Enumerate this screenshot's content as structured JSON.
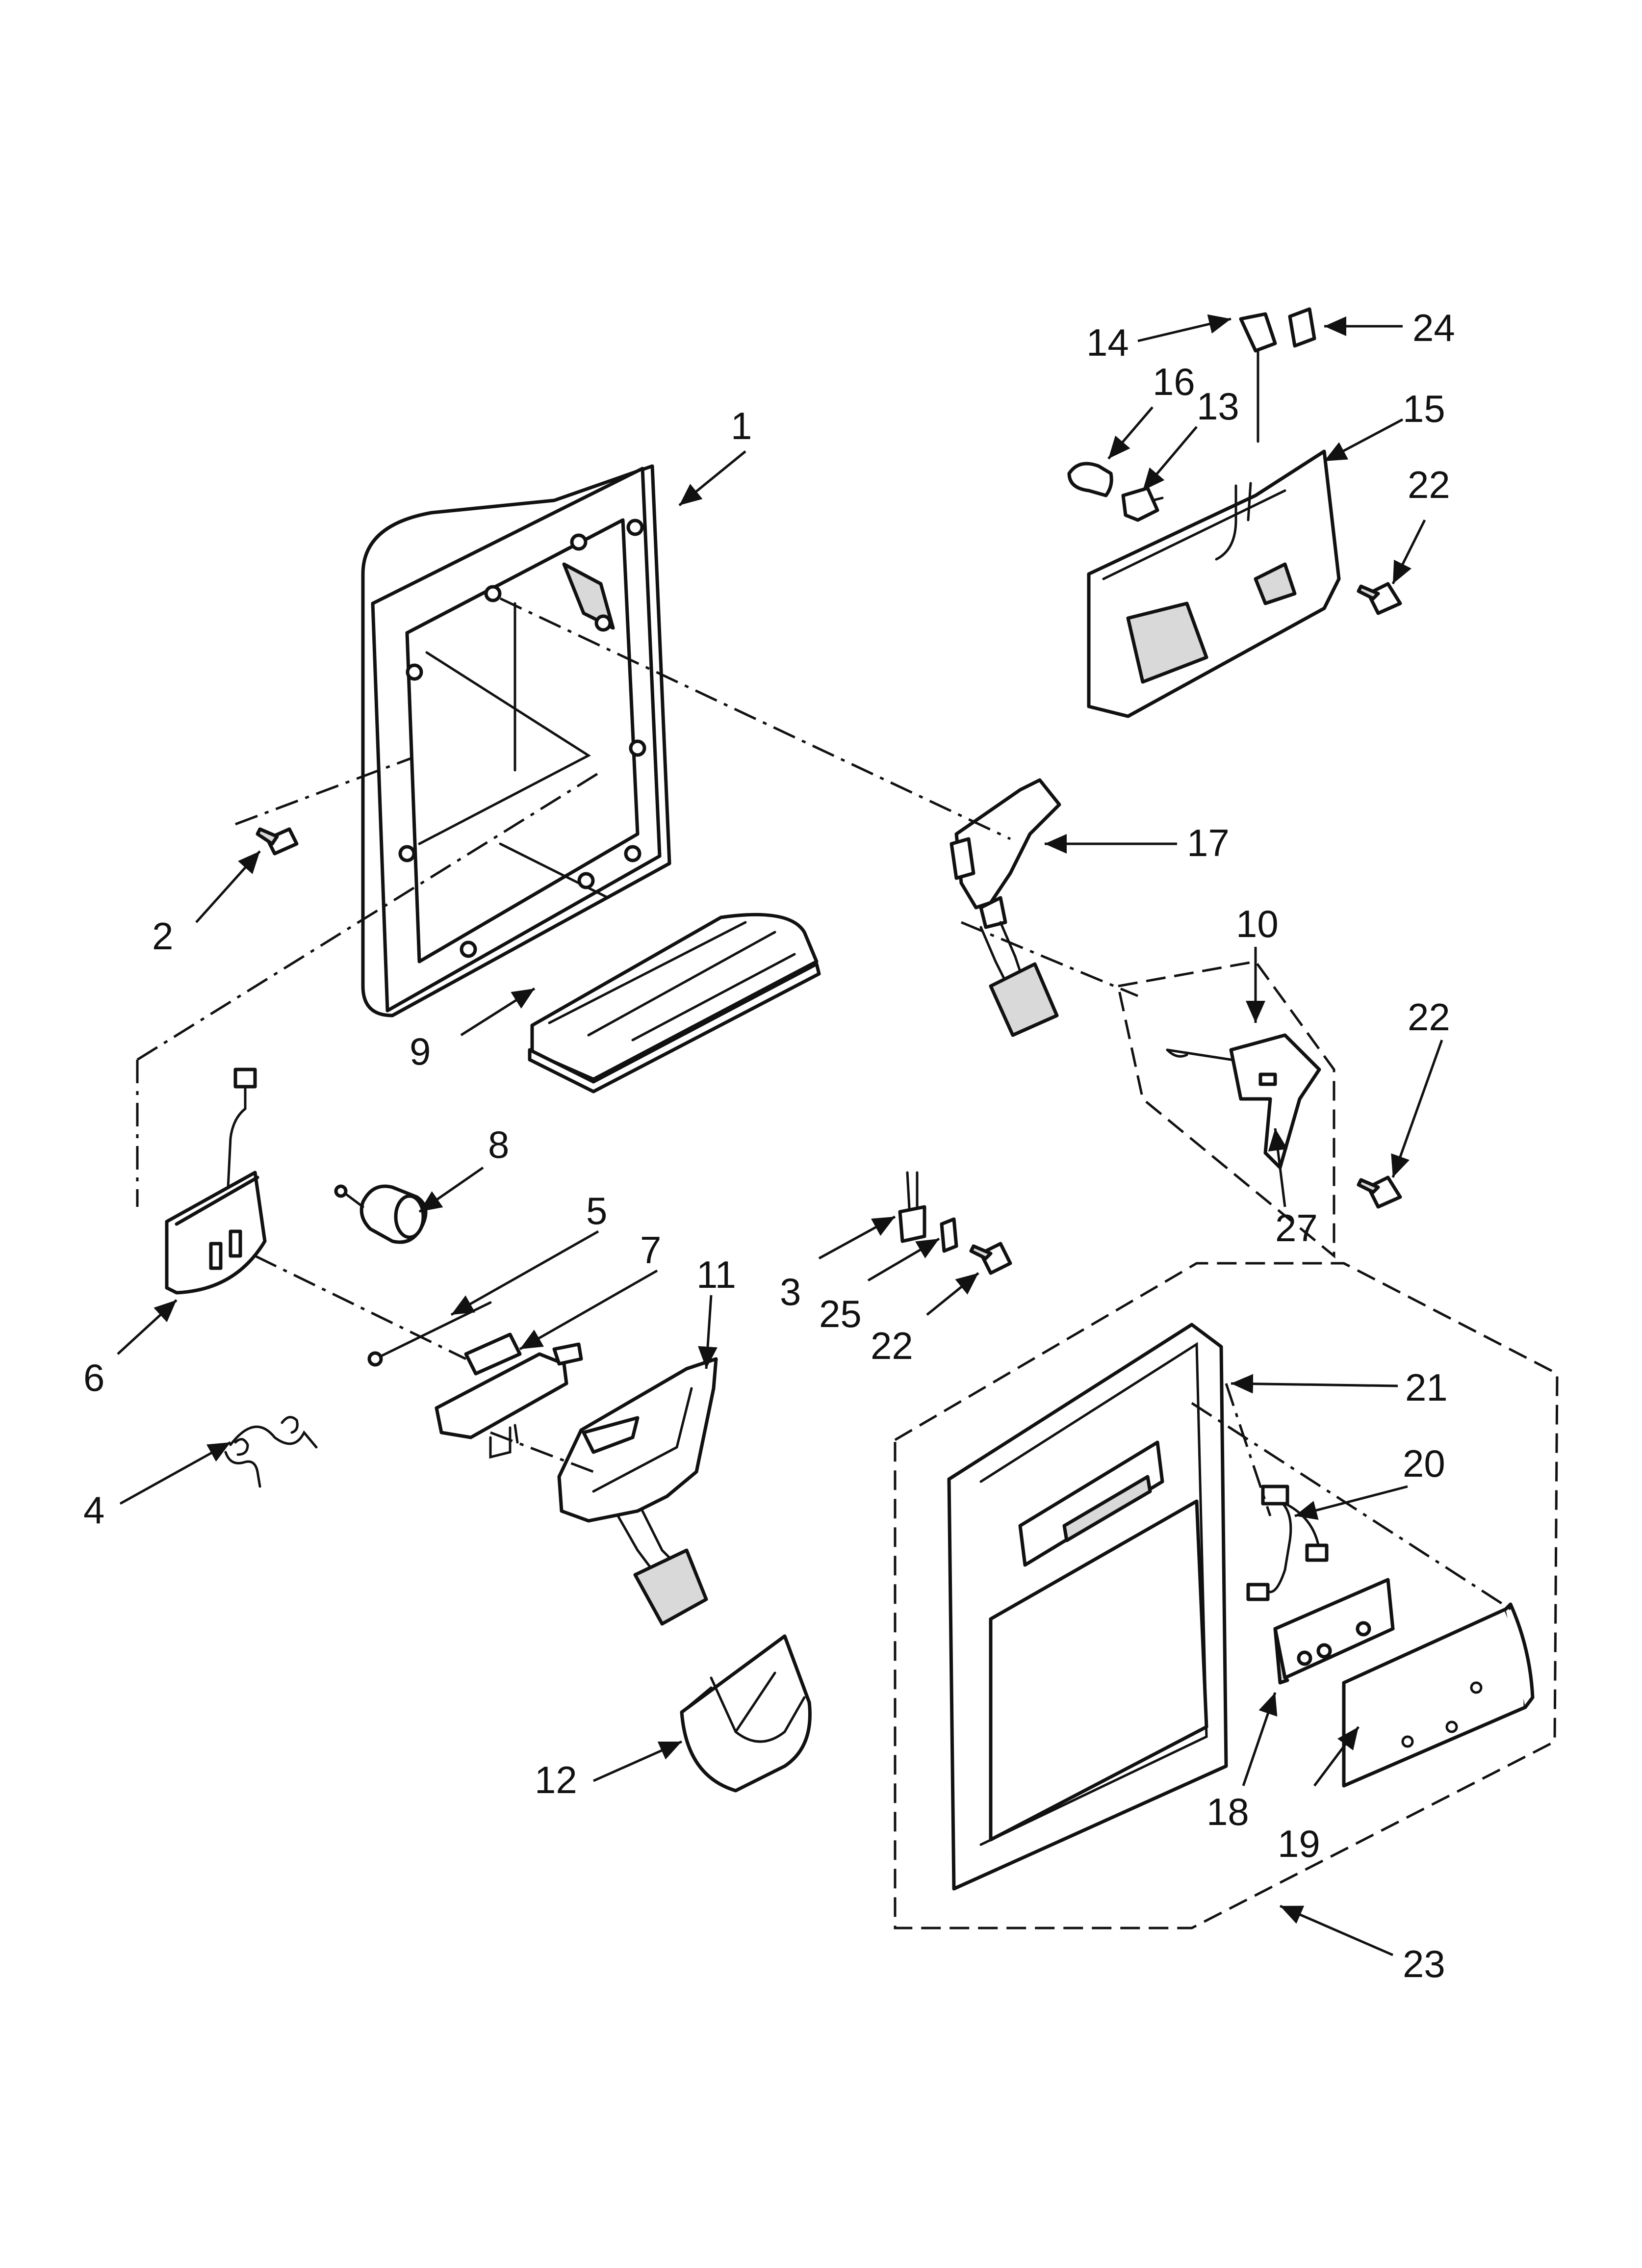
{
  "labels": {
    "p1": "1",
    "p2": "2",
    "p3": "3",
    "p4": "4",
    "p5": "5",
    "p6": "6",
    "p7": "7",
    "p8": "8",
    "p9": "9",
    "p10": "10",
    "p11": "11",
    "p12": "12",
    "p13": "13",
    "p14": "14",
    "p15": "15",
    "p16": "16",
    "p17": "17",
    "p18": "18",
    "p19": "19",
    "p20": "20",
    "p21": "21",
    "p22a": "22",
    "p22b": "22",
    "p22c": "22",
    "p23": "23",
    "p24": "24",
    "p25": "25",
    "p27": "27"
  },
  "colors": {
    "line": "#111111",
    "background": "#ffffff",
    "shade": "#d9d9d9"
  }
}
